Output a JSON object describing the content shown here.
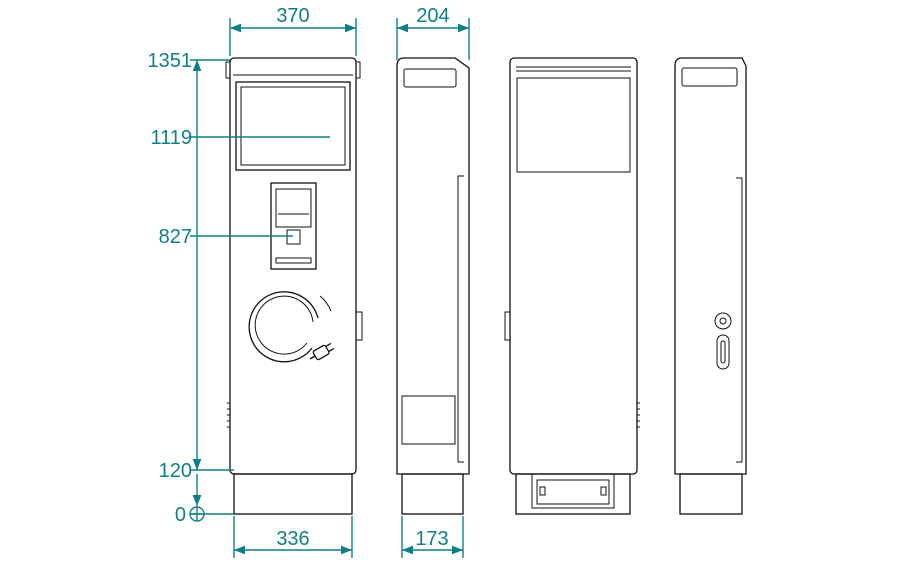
{
  "colors": {
    "dimension": "#0f7f86",
    "outline": "#111111",
    "background": "#ffffff"
  },
  "dimensions": {
    "width_front_top": "370",
    "depth_side_top": "204",
    "width_front_base": "336",
    "depth_side_base": "173",
    "height_total": "1351",
    "height_display": "1119",
    "height_reader": "827",
    "height_plinth": "120",
    "height_zero": "0"
  },
  "icons": {
    "origin": "origin-crosshair-icon",
    "plug": "plug-icon",
    "lock": "lock-icon"
  }
}
